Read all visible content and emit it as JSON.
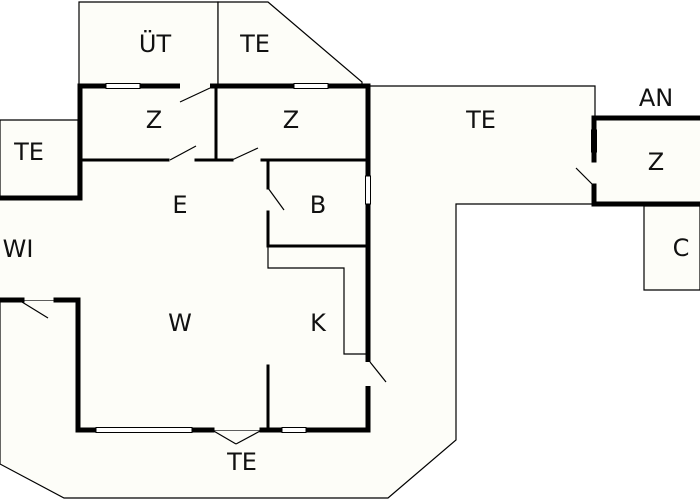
{
  "rooms": {
    "ut": "ÜT",
    "te_top": "TE",
    "z_left": "Z",
    "z_mid": "Z",
    "te_right": "TE",
    "an": "AN",
    "z_right": "Z",
    "te_left": "TE",
    "e": "E",
    "b": "B",
    "wi": "WI",
    "c": "C",
    "w": "W",
    "k": "K",
    "te_bottom": "TE"
  }
}
